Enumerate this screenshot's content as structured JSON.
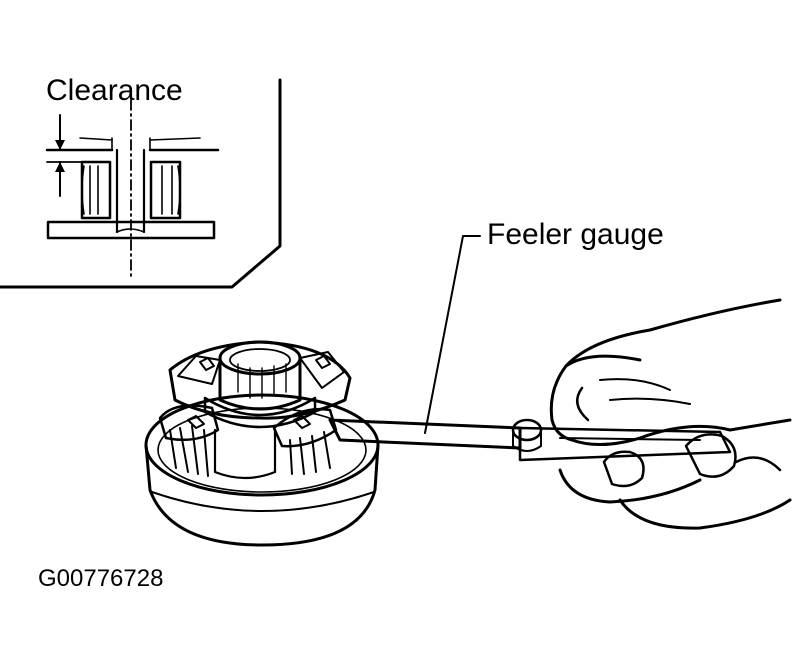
{
  "labels": {
    "clearance": "Clearance",
    "feeler_gauge": "Feeler gauge",
    "figure_id": "G00776728"
  },
  "colors": {
    "ink": "#000000",
    "paper": "#ffffff"
  }
}
